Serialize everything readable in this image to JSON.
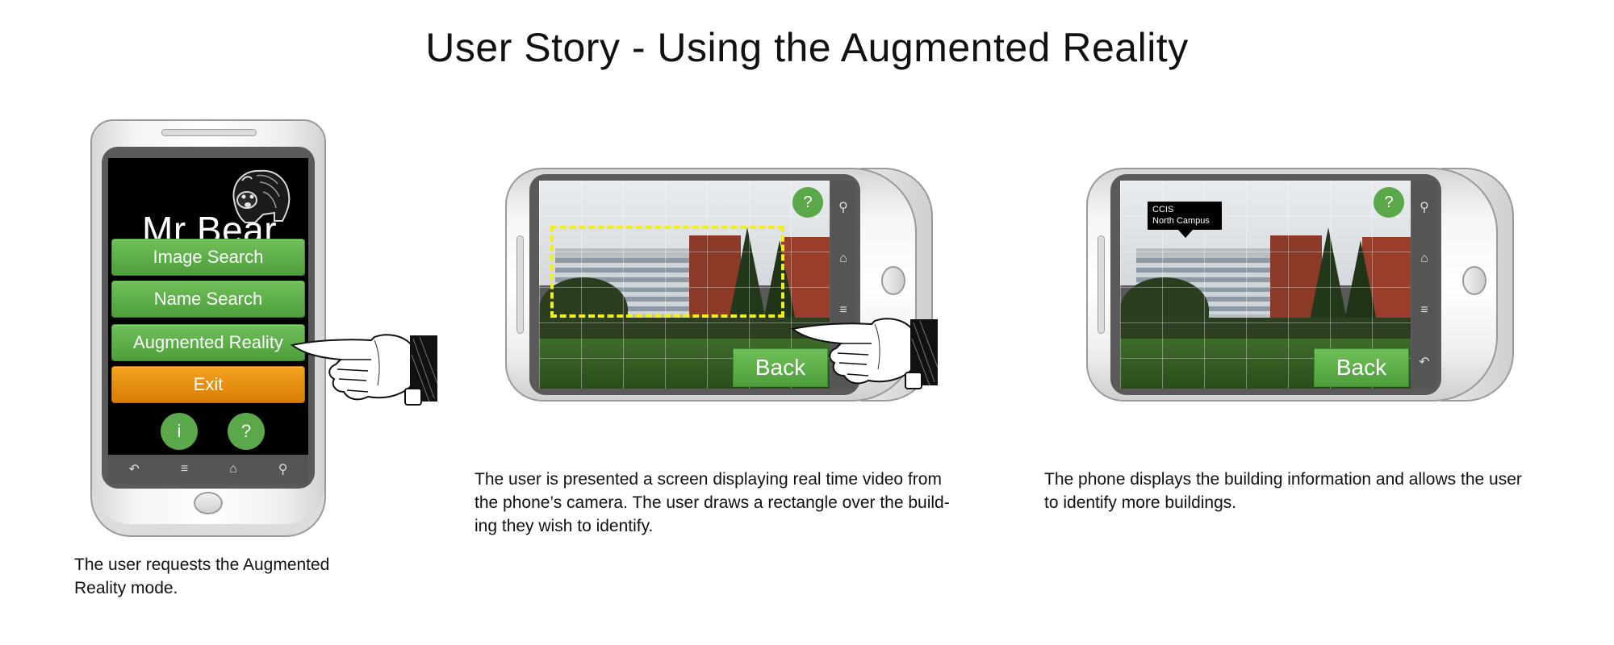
{
  "title": "User Story - Using the Augmented Reality",
  "panel1": {
    "app_title": "Mr Bear",
    "buttons": [
      "Image Search",
      "Name Search",
      "Augmented Reality",
      "Exit"
    ],
    "round_buttons": [
      "i",
      "?"
    ],
    "caption_line1": "The user requests the Augmented",
    "caption_line2": "Reality mode."
  },
  "panel2": {
    "help_label": "?",
    "back_label": "Back",
    "caption_line1": "The user is presented a screen displaying real time video from",
    "caption_line2": "the phone’s camera.  The user draws a rectangle over the build-",
    "caption_line3": "ing they wish to identify."
  },
  "panel3": {
    "help_label": "?",
    "back_label": "Back",
    "tag_line1": "CCIS",
    "tag_line2": "North Campus",
    "caption_line1": "The phone displays the building information and allows the user",
    "caption_line2": "to identify more buildings."
  },
  "icons": {
    "android_nav": [
      "back-icon",
      "menu-icon",
      "home-icon",
      "search-icon"
    ],
    "pointing_hand": "pointing-hand-icon",
    "bear": "bear-icon"
  },
  "colors": {
    "button_green": "#5aa84a",
    "exit_orange": "#e88f10",
    "selection_yellow": "#f2ee1c",
    "screen_black": "#000000"
  }
}
